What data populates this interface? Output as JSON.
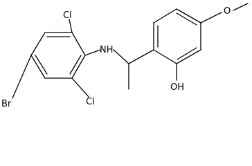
{
  "molecule": {
    "labels": {
      "cl_top": "Cl",
      "cl_bottom": "Cl",
      "br": "Br",
      "nh": "NH",
      "methoxy_o": "O",
      "oh": "OH"
    }
  },
  "colors": {
    "bond": "#000000",
    "label": "#000000",
    "background": "#ffffff"
  }
}
